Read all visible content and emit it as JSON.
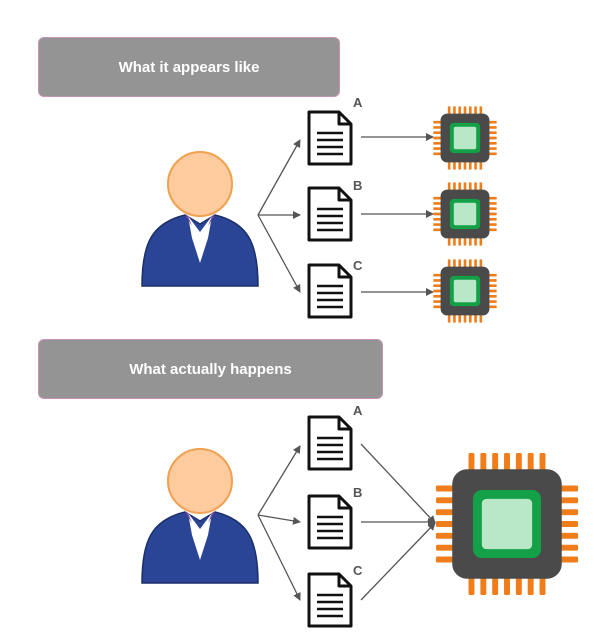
{
  "sections": [
    {
      "title": "What it appears like",
      "documents": [
        {
          "label": "A"
        },
        {
          "label": "B"
        },
        {
          "label": "C"
        }
      ]
    },
    {
      "title": "What actually happens",
      "documents": [
        {
          "label": "A"
        },
        {
          "label": "B"
        },
        {
          "label": "C"
        }
      ]
    }
  ],
  "colors": {
    "banner_bg": "#949494",
    "banner_border": "#c893b0",
    "person_skin": "#fdcb9d",
    "person_suit": "#2a4596",
    "chip_body": "#4a4a4a",
    "chip_pins": "#f07d1a",
    "chip_core_border": "#13a046",
    "chip_core": "#b8e8c8",
    "arrow": "#555555"
  },
  "icons": {
    "user": "person-icon",
    "document": "document-icon",
    "processor": "cpu-chip-icon"
  }
}
